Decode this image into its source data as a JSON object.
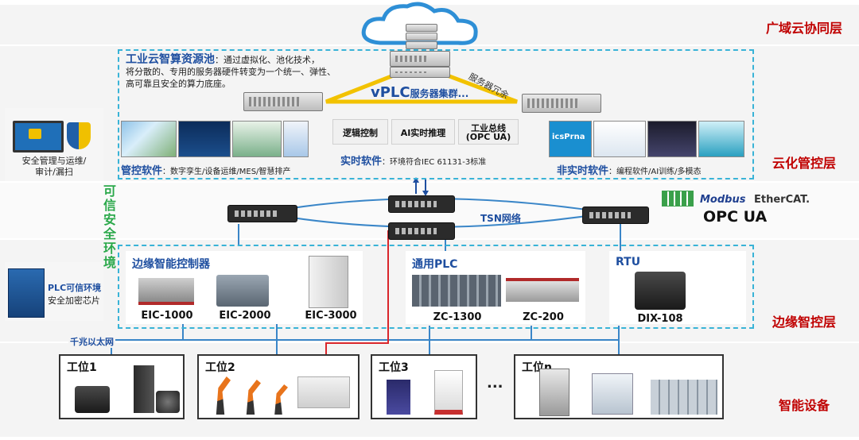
{
  "layers": {
    "cloud_collab": "广域云协同层",
    "cloud_control": "云化管控层",
    "edge_control": "边缘智控层",
    "smart_devices": "智能设备"
  },
  "resource_pool": {
    "title": "工业云智算资源池",
    "desc_line1": "：通过虚拟化、池化技术，",
    "desc_line2": "将分散的、专用的服务器硬件转变为一个统一、弹性、",
    "desc_line3": "高可靠且安全的算力底座。"
  },
  "vplc": {
    "title": "vPLC",
    "suffix": "服务器集群...",
    "redundancy": "服务器冗余"
  },
  "mgmt_software": {
    "title": "管控软件",
    "desc": "：数字孪生/设备运维/MES/智慧排产"
  },
  "realtime_software": {
    "box1": "逻辑控制",
    "box2": "AI实时推理",
    "box3_line1": "工业总线",
    "box3_line2": "(OPC UA)",
    "title": "实时软件",
    "desc": "：环境符合IEC 61131-3标准"
  },
  "nonrealtime_software": {
    "title": "非实时软件",
    "desc": "：编程软件/AI训练/多模态",
    "thumb_text": "icsPrna"
  },
  "trusted_env": {
    "title": "可信安全环境",
    "security_line1": "安全管理与运维/",
    "security_line2": "审计/漏扫",
    "plc_env": "PLC可信环境",
    "chip": "安全加密芯片"
  },
  "network": {
    "tsn": "TSN网络",
    "ethernet": "千兆以太网",
    "protocols": [
      "Modbus",
      "EtherCAT.",
      "OPC UA"
    ]
  },
  "edge": {
    "eic_title": "边缘智能控制器",
    "eic_models": [
      "EIC-1000",
      "EIC-2000",
      "EIC-3000"
    ],
    "plc_title": "通用PLC",
    "plc_models": [
      "ZC-1300",
      "ZC-200"
    ],
    "rtu_title": "RTU",
    "rtu_model": "DIX-108"
  },
  "stations": [
    "工位1",
    "工位2",
    "工位3",
    "工位n"
  ],
  "ellipsis": "...",
  "colors": {
    "accent_red": "#c00000",
    "title_blue": "#1f4fa0",
    "dash_blue": "#39b3d7",
    "link_red": "#d9262b"
  }
}
